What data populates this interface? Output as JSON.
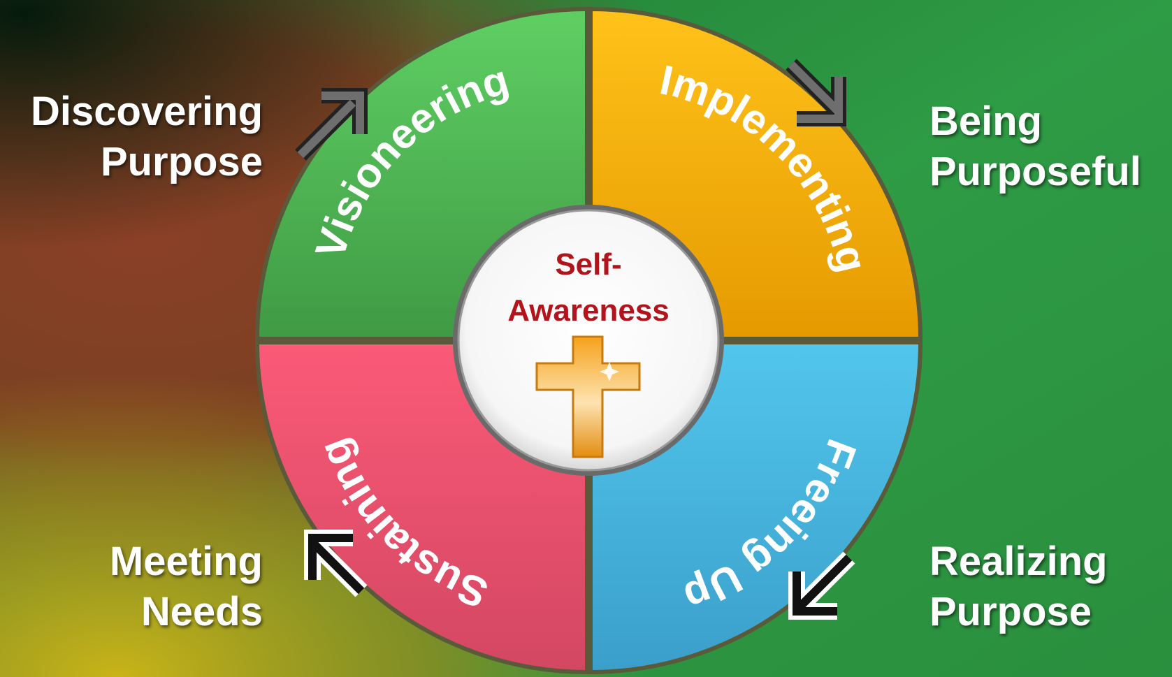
{
  "diagram": {
    "center_label_line1": "Self-",
    "center_label_line2": "Awareness",
    "center_icon": "cross-icon",
    "segments": [
      {
        "label": "Visioneering",
        "color": "#4caa4f"
      },
      {
        "label": "Implementing",
        "color": "#f2a500"
      },
      {
        "label": "Freeing Up",
        "color": "#45b3dc"
      },
      {
        "label": "Sustaining",
        "color": "#e2506a"
      }
    ],
    "outer_labels": {
      "top_left": [
        "Discovering",
        "Purpose"
      ],
      "top_right": [
        "Being",
        "Purposeful"
      ],
      "bottom_left": [
        "Meeting",
        "Needs"
      ],
      "bottom_right": [
        "Realizing",
        "Purpose"
      ]
    },
    "arrows": [
      "arrow-up-right-icon",
      "arrow-down-right-icon",
      "arrow-down-left-icon",
      "arrow-up-left-icon"
    ]
  }
}
